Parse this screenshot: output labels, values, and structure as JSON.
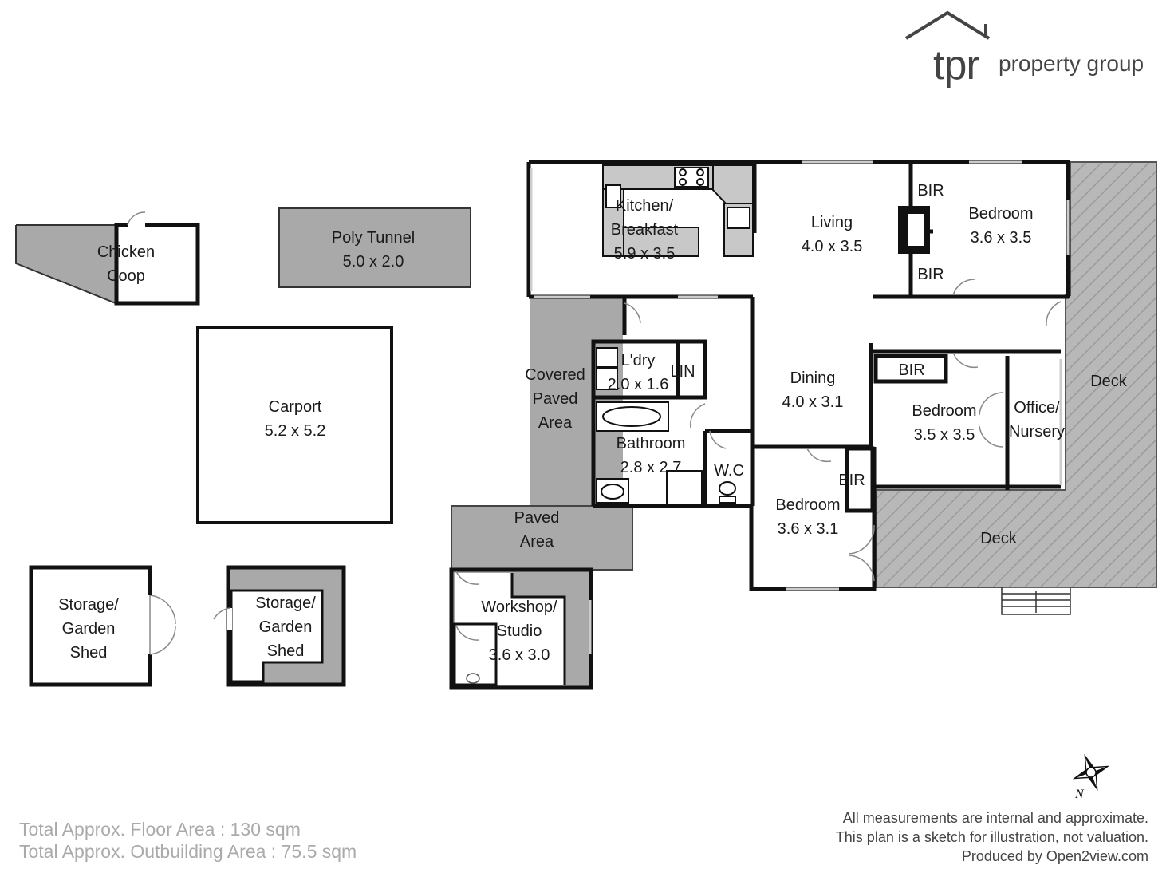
{
  "branding": {
    "logo_tpr": "tpr",
    "logo_group": "property group"
  },
  "rooms": {
    "chicken_coop": [
      "Chicken",
      "Coop"
    ],
    "poly_tunnel": [
      "Poly Tunnel",
      "5.0 x 2.0"
    ],
    "carport": [
      "Carport",
      "5.2 x 5.2"
    ],
    "storage_shed_1": [
      "Storage/",
      "Garden",
      "Shed"
    ],
    "storage_shed_2": [
      "Storage/",
      "Garden",
      "Shed"
    ],
    "kitchen": [
      "Kitchen/",
      "Breakfast",
      "5.9 x 3.5"
    ],
    "living": [
      "Living",
      "4.0 x 3.5"
    ],
    "bedroom_1": [
      "Bedroom",
      "3.6 x 3.5"
    ],
    "bir_1": "BIR",
    "bir_2": "BIR",
    "covered_paved": [
      "Covered",
      "Paved",
      "Area"
    ],
    "laundry": [
      "L'dry",
      "2.0 x 1.6"
    ],
    "linen": "LIN",
    "bathroom": [
      "Bathroom",
      "2.8 x 2.7"
    ],
    "wc": "W.C",
    "dining": [
      "Dining",
      "4.0 x 3.1"
    ],
    "bir_3": "BIR",
    "bedroom_2": [
      "Bedroom",
      "3.5 x 3.5"
    ],
    "office": [
      "Office/",
      "Nursery"
    ],
    "deck_1": "Deck",
    "deck_2": "Deck",
    "bir_4": "BIR",
    "bedroom_3": [
      "Bedroom",
      "3.6 x 3.1"
    ],
    "paved": [
      "Paved",
      "Area"
    ],
    "workshop": [
      "Workshop/",
      "Studio",
      "3.6 x 3.0"
    ]
  },
  "compass_label": "N",
  "totals": {
    "floor_area": "Total Approx. Floor Area : 130 sqm",
    "outbuilding_area": "Total Approx. Outbuilding Area : 75.5 sqm"
  },
  "disclaimer": {
    "line1": "All measurements are internal and approximate.",
    "line2": "This plan is a sketch for illustration, not valuation.",
    "line3": "Produced by Open2view.com"
  },
  "colors": {
    "wall": "#111111",
    "outdoor_fill": "#a9a9a9",
    "deck_fill": "#b3b3b3",
    "fixture": "#c8c8c8"
  }
}
